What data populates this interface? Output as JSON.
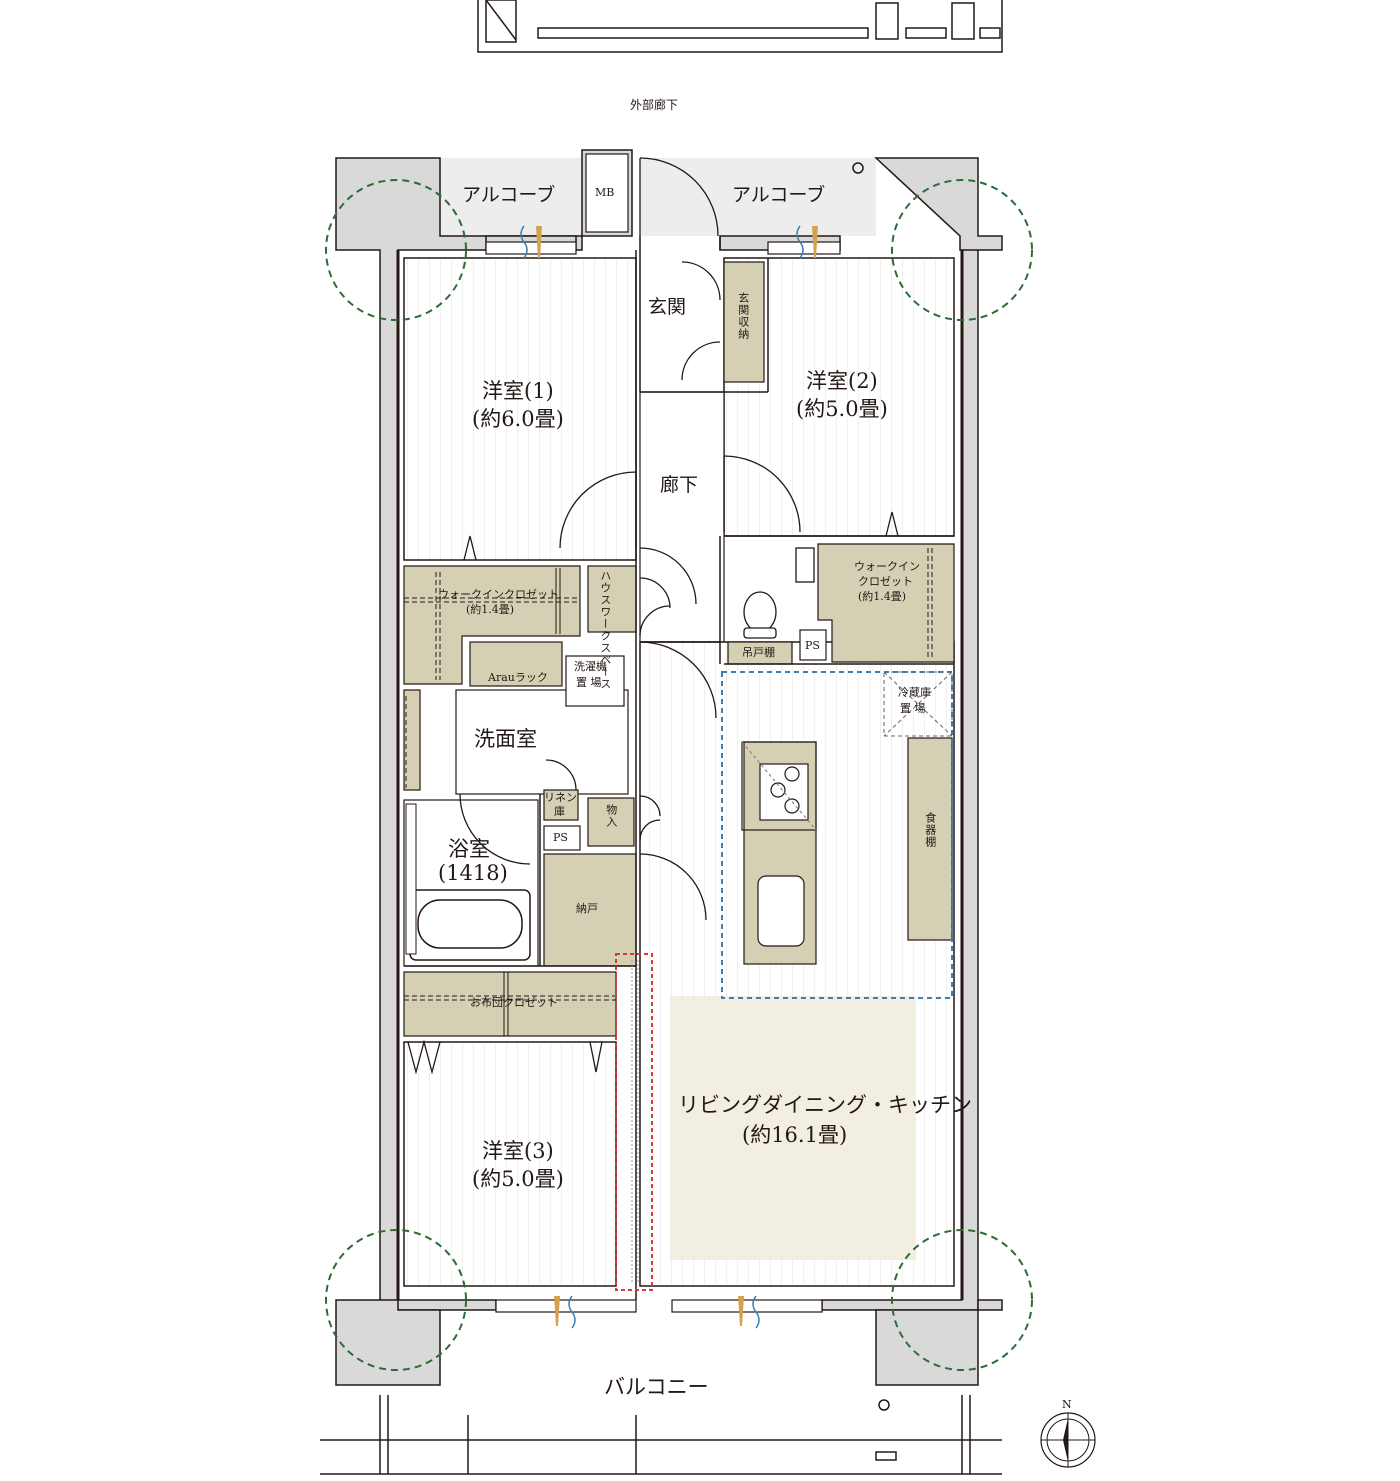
{
  "corridor": {
    "label": "外部廊下"
  },
  "alcoves": {
    "left": "アルコーブ",
    "right": "アルコーブ"
  },
  "meter_box": "MB",
  "entrance": {
    "label": "玄関",
    "storage": "玄関収納"
  },
  "hallway": "廊下",
  "bedroom1": {
    "name": "洋室(1)",
    "size": "(約6.0畳)"
  },
  "bedroom2": {
    "name": "洋室(2)",
    "size": "(約5.0畳)"
  },
  "bedroom3": {
    "name": "洋室(3)",
    "size": "(約5.0畳)"
  },
  "walkin_closet1": {
    "name": "ウォークインクロゼット",
    "size": "(約1.4畳)"
  },
  "walkin_closet2": {
    "name_line1": "ウォークイン",
    "name_line2": "クロゼット",
    "size": "(約1.4畳)"
  },
  "housework_space": "ハウスワークスペース",
  "toilet_shelf": "吊戸棚",
  "pipe_space": "PS",
  "arau_rack": "Arauラック",
  "washer": {
    "line1": "洗濯機",
    "line2": "置 場"
  },
  "washroom": "洗面室",
  "linen": {
    "line1": "リネン",
    "line2": "庫"
  },
  "storage_mono": "物入",
  "bathroom": {
    "name": "浴室",
    "size": "(1418)"
  },
  "nando": "納戸",
  "futon_closet": "お布団クロゼット",
  "fridge": {
    "line1": "冷蔵庫",
    "line2": "置 場"
  },
  "cupboard": "食器棚",
  "ldk": {
    "name": "リビングダイニング・キッチン",
    "size": "(約16.1畳)"
  },
  "balcony": "バルコニー",
  "compass": "N",
  "colors": {
    "wall": "#d9d9d9",
    "wall_line": "#231815",
    "storage": "#d5d0b3",
    "ldk_tint": "#f3eee2",
    "kitchen_box": "#3a7fb5",
    "sliding_door": "#d63a3a",
    "column_circle": "#2e6b35",
    "flooring": "#e8e8e8",
    "vent_fan": "#d4a24a"
  }
}
